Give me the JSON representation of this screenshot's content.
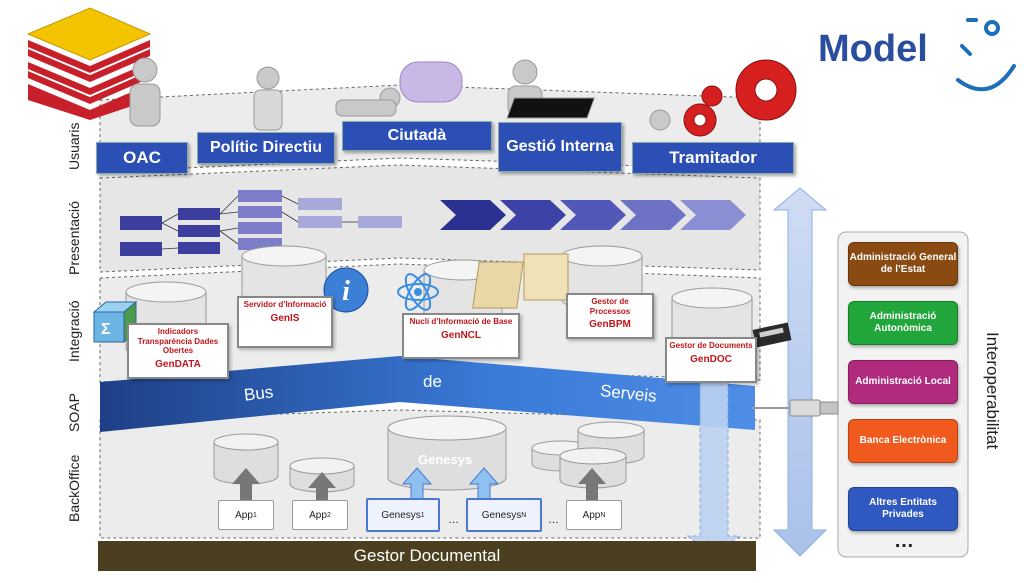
{
  "title": "Model",
  "layers": {
    "usuaris": "Usuaris",
    "presentacio": "Presentació",
    "integracio": "Integració",
    "soap": "SOAP",
    "backoffice": "BackOffice"
  },
  "users": {
    "oac": "OAC",
    "politic": "Polític Directiu",
    "ciutada": "Ciutadà",
    "gestio": "Gestió Interna",
    "tramitador": "Tramitador"
  },
  "integration": {
    "gendata": {
      "desc": "Indicadors Transparència Dades Obertes",
      "code": "GenDATA"
    },
    "genis": {
      "desc": "Servidor d’Informació",
      "code": "GenIS"
    },
    "genncl": {
      "desc": "Nucli d’Informació de Base",
      "code": "GenNCL"
    },
    "genbpm": {
      "desc": "Gestor de Processos",
      "code": "GenBPM"
    },
    "gendoc": {
      "desc": "Gestor de Documents",
      "code": "GenDOC"
    }
  },
  "bus": {
    "word1": "Bus",
    "word2": "de",
    "word3": "Serveis"
  },
  "backoffice": {
    "genesys_db": "Genesys",
    "app1": "App",
    "app1_sub": "1",
    "app2": "App",
    "app2_sub": "2",
    "genesys1": "Genesys",
    "genesys1_sub": "1",
    "ellipsis1": "…",
    "genesysN": "Genesys",
    "genesysN_sub": "N",
    "ellipsis2": "…",
    "appN": "App",
    "appN_sub": "N"
  },
  "gestor_documental": "Gestor Documental",
  "interoperability": {
    "title": "Interoperabilitat",
    "items": [
      {
        "label": "Administració General de l’Estat",
        "color": "#8a4a12"
      },
      {
        "label": "Administració Autonòmica",
        "color": "#20a63a"
      },
      {
        "label": "Administració Local",
        "color": "#b02a7e"
      },
      {
        "label": "Banca Electrònica",
        "color": "#f05a1e"
      },
      {
        "label": "Altres Entitats Privades",
        "color": "#2f58c0"
      }
    ],
    "ellipsis": "…"
  },
  "colors": {
    "user_box": "#2b4fb5",
    "bus": "#2a56a8",
    "gestor": "#4b3f20",
    "red_text": "#c0161b",
    "arrow": "#b8cdf0"
  }
}
